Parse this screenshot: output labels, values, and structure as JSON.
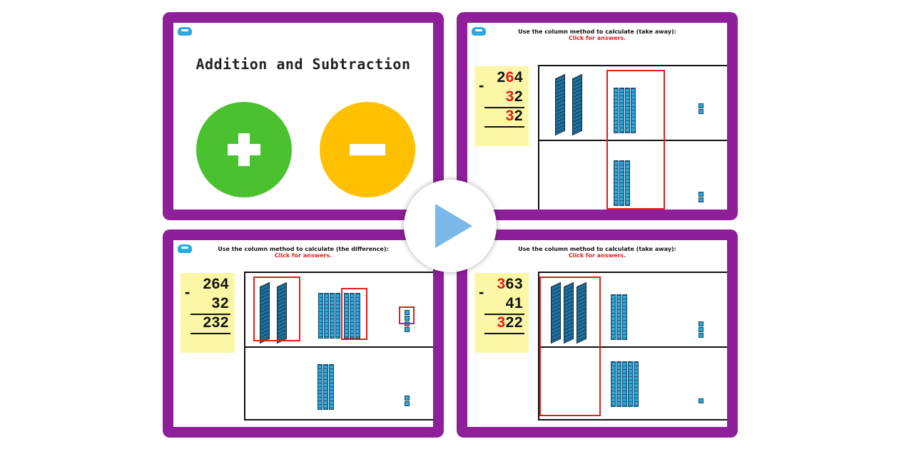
{
  "slide1": {
    "title": "Addition and Subtraction",
    "plus_color": "#4ac12f",
    "minus_color": "#ffc000"
  },
  "slide2": {
    "instruction": "Use the column method to calculate (take away):",
    "answers_link": "Click for answers.",
    "sum": {
      "top_a": "2",
      "top_b": "6",
      "top_c": "4",
      "second_a": "3",
      "second_b": "2",
      "answer_a": "3",
      "answer_b": "2"
    }
  },
  "slide3": {
    "instruction": "Use the column method to calculate (the difference):",
    "answers_link": "Click for answers.",
    "sum": {
      "top": "264",
      "second": "32",
      "answer": "232"
    }
  },
  "slide4": {
    "instruction": "Use the column method to calculate (take away):",
    "answers_link": "Click for answers.",
    "sum": {
      "top_a": "3",
      "top_b": "63",
      "second": "41",
      "answer_a": "3",
      "answer_b": "22"
    }
  },
  "colors": {
    "frame": "#8e1e9a",
    "sum_bg": "#fbf7a6",
    "accent_red": "#e21d1d",
    "block_blue": "#29a8dd",
    "play": "#79b8e8"
  }
}
